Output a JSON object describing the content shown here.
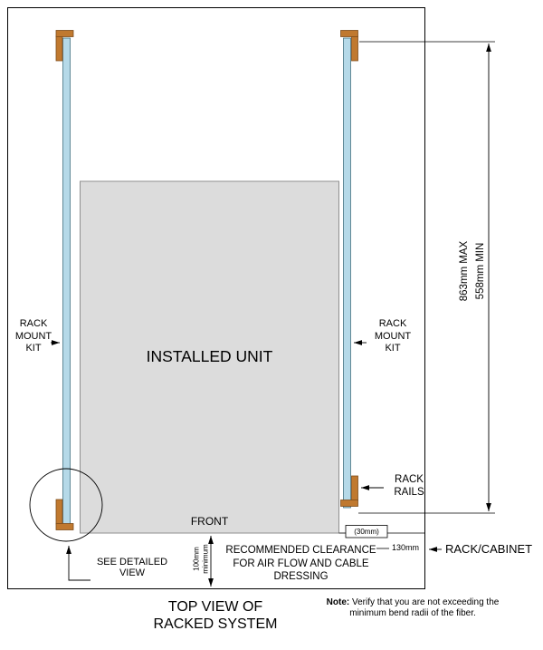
{
  "labels": {
    "rack_mount_kit_left": "RACK\nMOUNT\nKIT",
    "rack_mount_kit_right": "RACK\nMOUNT\nKIT",
    "rack_rails": "RACK\nRAILS",
    "installed_unit": "INSTALLED UNIT",
    "front": "FRONT",
    "dim_max": "863mm MAX",
    "dim_min": "558mm MIN",
    "clearance_30mm": "(30mm)",
    "clearance_130mm": "130mm",
    "rack_cabinet": "RACK/CABINET",
    "see_detailed_view": "SEE DETAILED\nVIEW",
    "min_clearance_100mm": "100mm\nminimum",
    "clearance_note": "RECOMMENDED CLEARANCE\nFOR AIR FLOW AND CABLE\nDRESSING",
    "title": "TOP VIEW OF\nRACKED SYSTEM"
  },
  "note": {
    "label": "Note:",
    "text": "Verify that you are not exceeding the minimum bend radii of the fiber."
  },
  "colors": {
    "rail": "#b5d9e8",
    "bracket": "#c0792f",
    "unit_fill": "#dcdcdc",
    "line": "#000000"
  }
}
